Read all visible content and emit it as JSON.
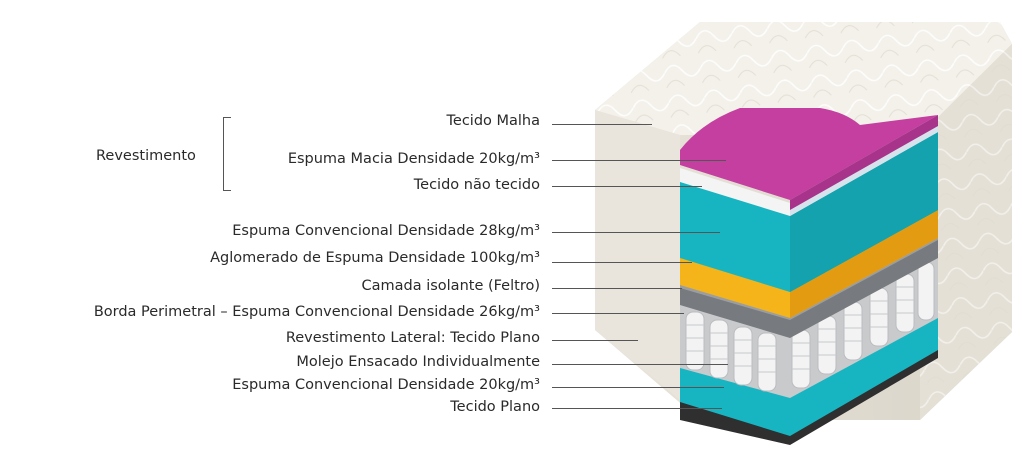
{
  "diagram": {
    "group": {
      "label": "Revestimento"
    },
    "layers": [
      {
        "label": "Tecido Malha"
      },
      {
        "label": "Espuma Macia Densidade 20kg/m³"
      },
      {
        "label": "Tecido não tecido"
      },
      {
        "label": "Espuma Convencional Densidade 28kg/m³"
      },
      {
        "label": "Aglomerado de Espuma Densidade 100kg/m³"
      },
      {
        "label": "Camada isolante (Feltro)"
      },
      {
        "label": "Borda Perimetral – Espuma Convencional Densidade 26kg/m³"
      },
      {
        "label": "Revestimento Lateral: Tecido Plano"
      },
      {
        "label": "Molejo Ensacado Individualmente"
      },
      {
        "label": "Espuma Convencional Densidade 20kg/m³"
      },
      {
        "label": "Tecido Plano"
      }
    ],
    "colors": {
      "quilt": "#efece4",
      "pink_foam": "#c43f9f",
      "white_fabric": "#f4f4f4",
      "teal_foam": "#17b5c2",
      "yellow_foam": "#f4b41a",
      "felt": "#777a7e",
      "springs": "#f2f2f2",
      "base": "#2f2f2f"
    }
  }
}
